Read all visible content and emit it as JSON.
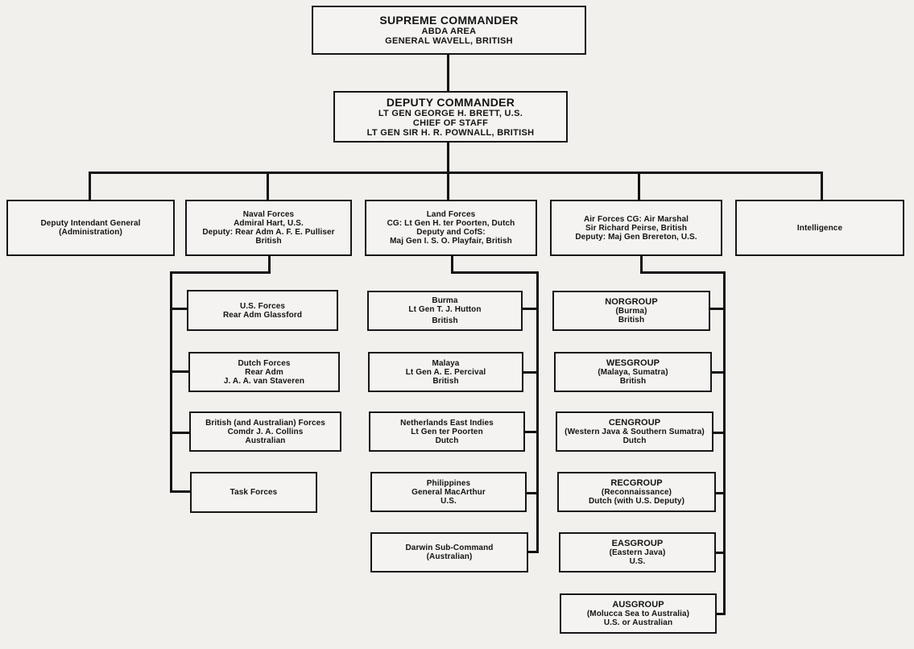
{
  "supreme": {
    "lines": [
      "SUPREME COMMANDER",
      "ABDA AREA",
      "GENERAL WAVELL, BRITISH"
    ]
  },
  "deputy": {
    "lines": [
      "DEPUTY COMMANDER",
      "LT GEN GEORGE H. BRETT, U.S.",
      "CHIEF OF STAFF",
      "LT GEN SIR H. R. POWNALL, BRITISH"
    ]
  },
  "directorates": {
    "intendant": {
      "lines": [
        "Deputy Intendant General",
        "(Administration)"
      ]
    },
    "naval": {
      "lines": [
        "Naval Forces",
        "Admiral Hart, U.S.",
        "Deputy: Rear Adm A. F. E. Pulliser",
        "British"
      ]
    },
    "land": {
      "lines": [
        "Land Forces",
        "CG: Lt Gen H. ter Poorten, Dutch",
        "Deputy and CofS:",
        "Maj Gen I. S. O. Playfair, British"
      ]
    },
    "air": {
      "lines": [
        "Air Forces CG:  Air Marshal",
        "Sir Richard Peirse, British",
        "Deputy: Maj Gen Brereton, U.S."
      ]
    },
    "intelligence": {
      "lines": [
        "Intelligence"
      ]
    }
  },
  "naval_units": [
    {
      "lines": [
        "U.S. Forces",
        "Rear Adm Glassford"
      ]
    },
    {
      "lines": [
        "Dutch Forces",
        "Rear Adm",
        "J. A. A. van Staveren"
      ]
    },
    {
      "lines": [
        "British (and Australian) Forces",
        "Comdr J. A. Collins",
        "Australian"
      ]
    },
    {
      "lines": [
        "Task Forces"
      ]
    }
  ],
  "land_units": [
    {
      "lines": [
        "Burma",
        "Lt Gen T. J. Hutton",
        "British"
      ]
    },
    {
      "lines": [
        "Malaya",
        "Lt Gen A. E. Percival",
        "British"
      ]
    },
    {
      "lines": [
        "Netherlands East Indies",
        "Lt Gen ter Poorten",
        "Dutch"
      ]
    },
    {
      "lines": [
        "Philippines",
        "General MacArthur",
        "U.S."
      ]
    },
    {
      "lines": [
        "Darwin Sub-Command",
        "(Australian)"
      ]
    }
  ],
  "air_units": [
    {
      "lines": [
        "NORGROUP",
        "(Burma)",
        "British"
      ]
    },
    {
      "lines": [
        "WESGROUP",
        "(Malaya, Sumatra)",
        "British"
      ]
    },
    {
      "lines": [
        "CENGROUP",
        "(Western Java & Southern Sumatra)",
        "Dutch"
      ]
    },
    {
      "lines": [
        "RECGROUP",
        "(Reconnaissance)",
        "Dutch (with U.S. Deputy)"
      ]
    },
    {
      "lines": [
        "EASGROUP",
        "(Eastern Java)",
        "U.S."
      ]
    },
    {
      "lines": [
        "AUSGROUP",
        "(Molucca Sea to Australia)",
        "U.S. or Australian"
      ]
    }
  ],
  "colors": {
    "line": "#121212",
    "paper": "#f1f0ed"
  }
}
